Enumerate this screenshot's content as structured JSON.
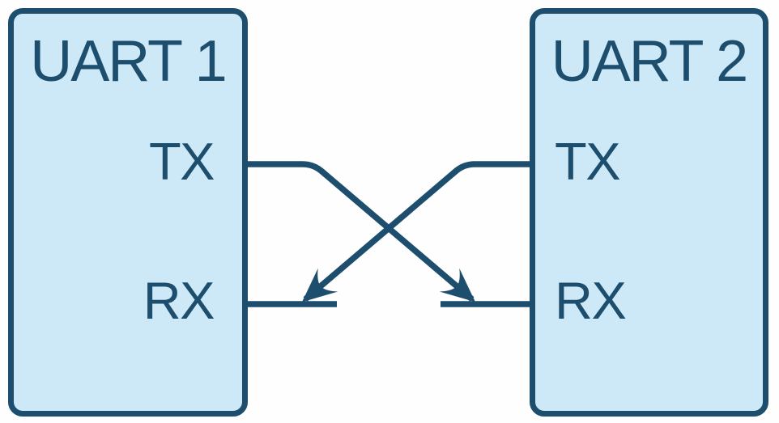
{
  "colors": {
    "background": "#fefefe",
    "block_fill": "#cde9f7",
    "line": "#1d4e6d"
  },
  "blocks": [
    {
      "title": "UART 1",
      "pins": [
        "TX",
        "RX"
      ]
    },
    {
      "title": "UART 2",
      "pins": [
        "TX",
        "RX"
      ]
    }
  ],
  "connections": [
    {
      "from": "UART 1 TX",
      "to": "UART 2 RX"
    },
    {
      "from": "UART 2 TX",
      "to": "UART 1 RX"
    }
  ]
}
